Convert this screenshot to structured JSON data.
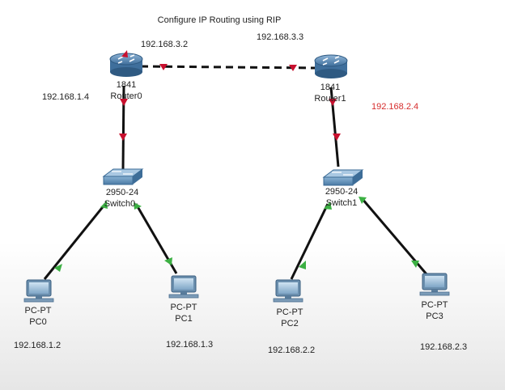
{
  "title": "Configure IP Routing using RIP",
  "colors": {
    "link": "#111111",
    "port_down": "#c8102e",
    "port_up": "#3cb043",
    "accent_ip": "#d62c2c"
  },
  "devices": {
    "router0": {
      "model": "1841",
      "name": "Router0",
      "icon": "router-icon"
    },
    "router1": {
      "model": "1841",
      "name": "Router1",
      "icon": "router-icon"
    },
    "switch0": {
      "model": "2950-24",
      "name": "Switch0",
      "icon": "switch-icon"
    },
    "switch1": {
      "model": "2950-24",
      "name": "Switch1",
      "icon": "switch-icon"
    },
    "pc0": {
      "model": "PC-PT",
      "name": "PC0",
      "ip": "192.168.1.2",
      "icon": "pc-icon"
    },
    "pc1": {
      "model": "PC-PT",
      "name": "PC1",
      "ip": "192.168.1.3",
      "icon": "pc-icon"
    },
    "pc2": {
      "model": "PC-PT",
      "name": "PC2",
      "ip": "192.168.2.2",
      "icon": "pc-icon"
    },
    "pc3": {
      "model": "PC-PT",
      "name": "PC3",
      "ip": "192.168.2.3",
      "icon": "pc-icon"
    }
  },
  "ip_labels": {
    "router0_serial": "192.168.3.2",
    "router1_serial": "192.168.3.3",
    "router0_lan": "192.168.1.4",
    "router1_lan": "192.168.2.4"
  }
}
